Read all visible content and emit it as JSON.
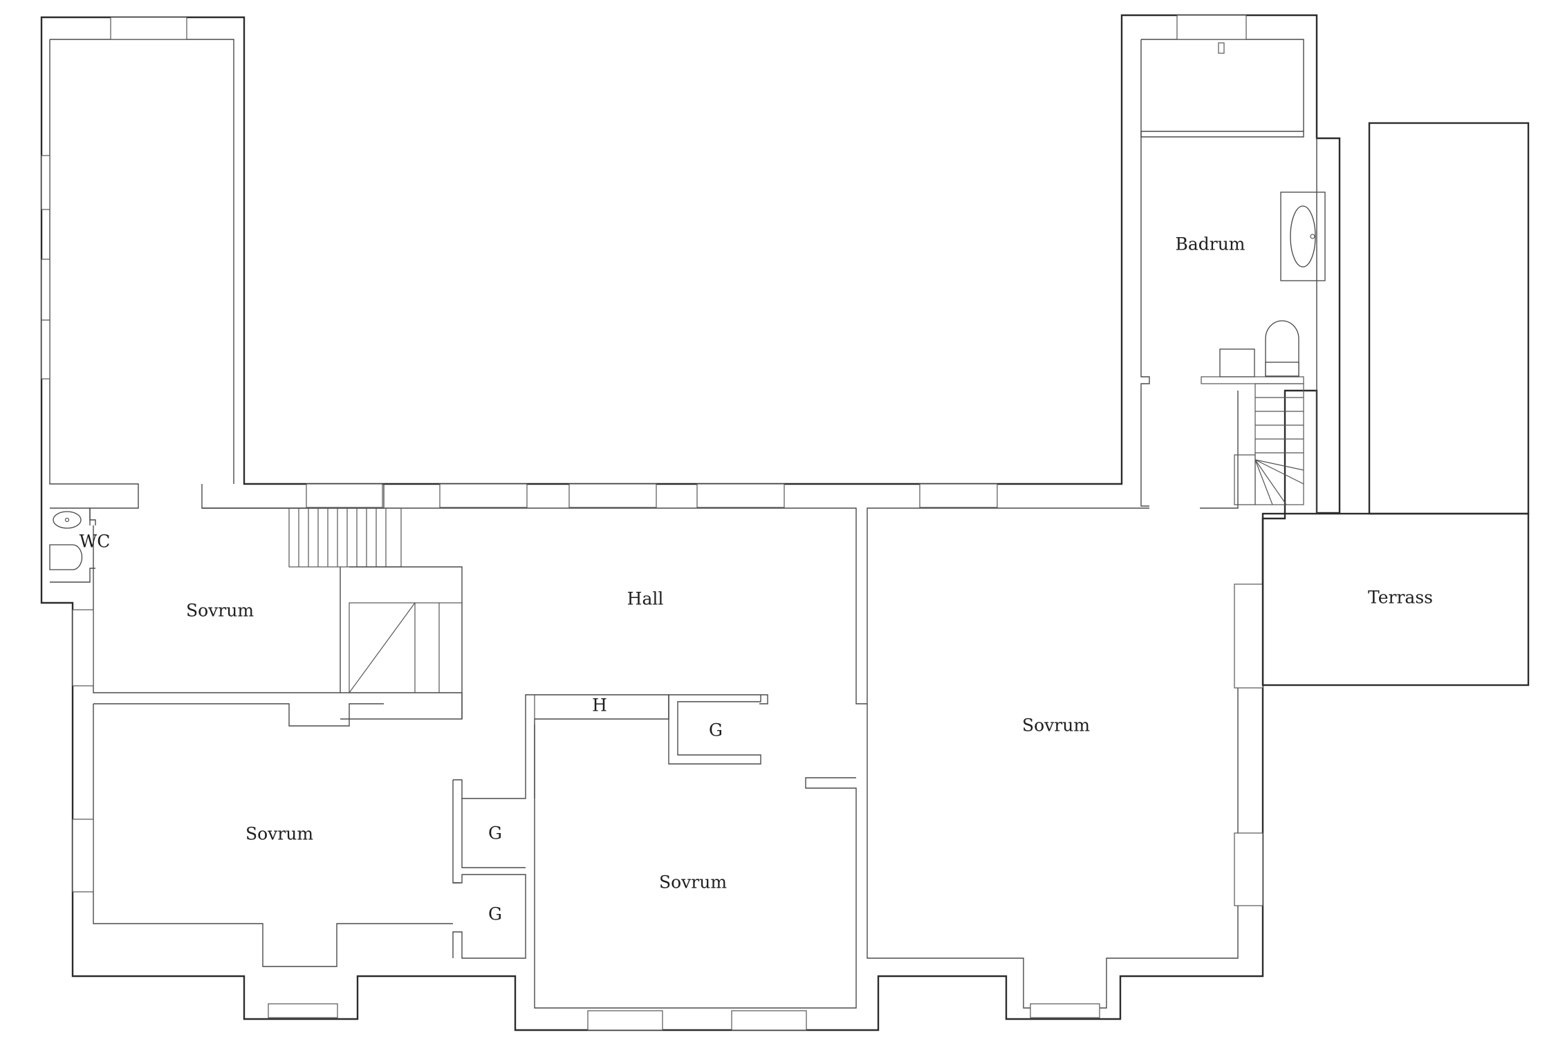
{
  "plan": {
    "rooms": [
      {
        "id": "badrum",
        "label": "Badrum"
      },
      {
        "id": "wc",
        "label": "WC"
      },
      {
        "id": "sovrum-nw",
        "label": "Sovrum"
      },
      {
        "id": "hall",
        "label": "Hall"
      },
      {
        "id": "terrass",
        "label": "Terrass"
      },
      {
        "id": "h-closet",
        "label": "H"
      },
      {
        "id": "g-closet-center",
        "label": "G"
      },
      {
        "id": "sovrum-east",
        "label": "Sovrum"
      },
      {
        "id": "sovrum-sw",
        "label": "Sovrum"
      },
      {
        "id": "g-closet-upper",
        "label": "G"
      },
      {
        "id": "g-closet-lower",
        "label": "G"
      },
      {
        "id": "sovrum-south",
        "label": "Sovrum"
      }
    ],
    "colors": {
      "walls": "#2b2b2b",
      "background": "#ffffff"
    }
  }
}
